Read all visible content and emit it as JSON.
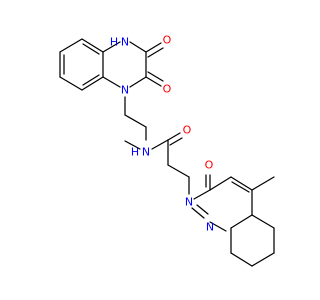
{
  "molecule": {
    "colors": {
      "bond": "#000000",
      "O": "#ff0000",
      "N": "#0000ff",
      "background": "#ffffff"
    },
    "atoms": [
      {
        "id": "n_h_top",
        "text": "H",
        "element": "N"
      },
      {
        "id": "n_top",
        "text": "N",
        "element": "N"
      },
      {
        "id": "o_top_right",
        "text": "O",
        "element": "O"
      },
      {
        "id": "o_mid_right",
        "text": "O",
        "element": "O"
      },
      {
        "id": "n_quinox_lower",
        "text": "N",
        "element": "N"
      },
      {
        "id": "n_amide",
        "text": "N",
        "element": "N"
      },
      {
        "id": "n_amide_h",
        "text": "H",
        "element": "N"
      },
      {
        "id": "o_amide",
        "text": "O",
        "element": "O"
      },
      {
        "id": "o_cinnolinone",
        "text": "O",
        "element": "O"
      },
      {
        "id": "n_cinn_1",
        "text": "N",
        "element": "N"
      },
      {
        "id": "n_cinn_2",
        "text": "N",
        "element": "N"
      }
    ]
  }
}
